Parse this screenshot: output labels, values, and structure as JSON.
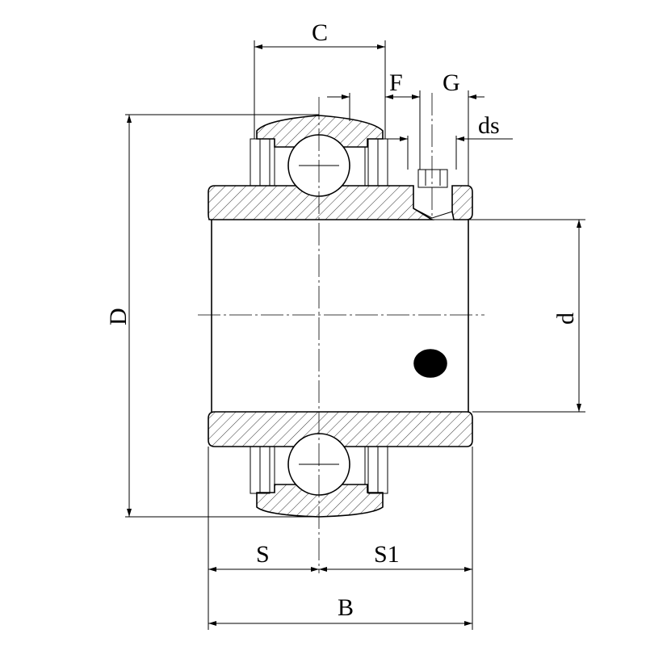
{
  "drawing": {
    "title": "Insert ball bearing with set screw - cross section",
    "dimensions": {
      "C": "C",
      "F": "F",
      "G": "G",
      "ds": "ds",
      "D": "D",
      "d": "d",
      "S": "S",
      "S1": "S1",
      "B": "B"
    }
  }
}
